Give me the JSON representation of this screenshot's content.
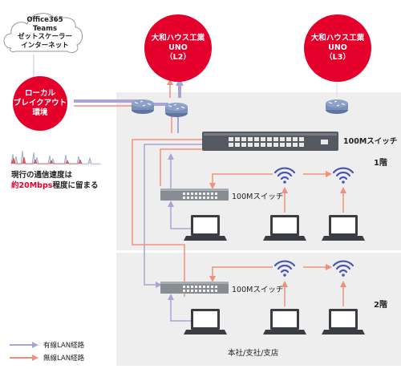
{
  "cloud": {
    "lines": [
      "Office365",
      "Teams",
      "ゼットスケーラー",
      "インターネット"
    ]
  },
  "local_breakout": {
    "lines": [
      "ローカル",
      "ブレイクアウト",
      "環境"
    ]
  },
  "uno_l2": {
    "lines": [
      "大和ハウス工業",
      "UNO",
      "（L2）"
    ]
  },
  "uno_l3": {
    "lines": [
      "大和ハウス工業",
      "UNO",
      "（L3）"
    ]
  },
  "main_switch_label": "100Mスイッチ",
  "floor1": {
    "label": "1階",
    "switch_label": "100Mスイッチ"
  },
  "floor2": {
    "label": "2階",
    "switch_label": "100Mスイッチ"
  },
  "site_label": "本社/支社/支店",
  "speed_note": {
    "line1": "現行の通信速度は",
    "line2_highlight": "約20Mbps",
    "line2_rest": "程度に留まる"
  },
  "legend": {
    "wired": "有線LAN経路",
    "wireless": "無線LAN経路"
  },
  "colors": {
    "red": "#e4002b",
    "wired": "#a9a3d6",
    "wireless": "#f0907c",
    "panel": "#eeeeef",
    "router": "#7a8fb8"
  }
}
